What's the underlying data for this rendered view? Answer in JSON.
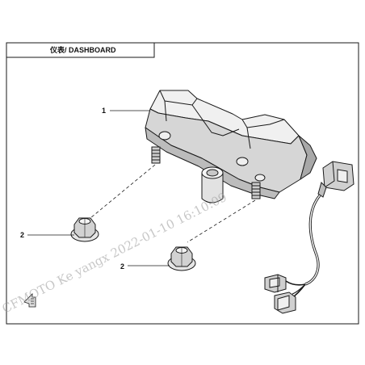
{
  "header": {
    "title": "仪表/ DASHBOARD"
  },
  "callouts": [
    {
      "label": "1",
      "part": "dashboard-instrument"
    },
    {
      "label": "2",
      "part": "flange-nut-left"
    },
    {
      "label": "2",
      "part": "flange-nut-right"
    }
  ],
  "watermark": {
    "text": "CFMOTO  Ke yangx  2022-01-10  16:10:09"
  },
  "colors": {
    "line": "#1a1a1a",
    "body_light": "#f0f0f0",
    "body_mid": "#d6d6d6",
    "body_dark": "#a8a8a8",
    "watermark": "#9a9a9a"
  }
}
